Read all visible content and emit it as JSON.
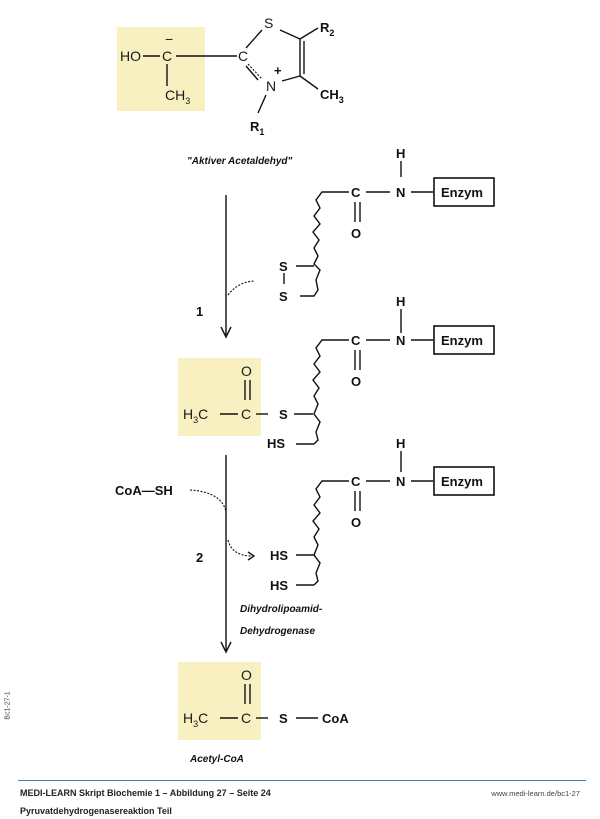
{
  "colors": {
    "highlight": "#f8f0c0",
    "rule": "#4a79b5",
    "ink": "#111111"
  },
  "structures": {
    "top": {
      "ho": "HO",
      "c_carbanion": "C",
      "minus": "−",
      "ch": "CH",
      "ch_sub": "3",
      "ring_c": "C",
      "ring_s": "S",
      "ring_n": "N",
      "plus": "+",
      "r2": "R",
      "r2_sub": "2",
      "r1": "R",
      "r1_sub": "1",
      "methyl": "CH",
      "methyl_sub": "3",
      "label": "\"Aktiver Acetaldehyd\""
    },
    "lipoamide_ox": {
      "c": "C",
      "n": "N",
      "h": "H",
      "o": "O",
      "enzyme": "Enzym",
      "s1": "S",
      "s2": "S"
    },
    "acetyl_lipoamide": {
      "o": "O",
      "h3c": "H",
      "h3c_sub": "3",
      "h3c_c": "C",
      "c": "C",
      "s": "S",
      "hs": "HS",
      "chain_c": "C",
      "n": "N",
      "h": "H",
      "o2": "O",
      "enzyme": "Enzym"
    },
    "lipoamide_red": {
      "c": "C",
      "n": "N",
      "h": "H",
      "o": "O",
      "enzyme": "Enzym",
      "hs1": "HS",
      "hs2": "HS"
    },
    "acetyl_coa": {
      "o": "O",
      "h3c": "H",
      "h3c_sub": "3",
      "h3c_c": "C",
      "c": "C",
      "s": "S",
      "coa": "CoA",
      "label": "Acetyl-CoA"
    }
  },
  "steps": {
    "step1": "1",
    "step2": "2",
    "coa_sh": "CoA—SH",
    "enzyme_name_line1": "Dihydrolipoamid-",
    "enzyme_name_line2": "Dehydrogenase"
  },
  "footer": {
    "title": "MEDI-LEARN Skript Biochemie 1 – Abbildung 27 – Seite 24",
    "subtitle": "Pyruvatdehydrogenasereaktion Teil",
    "url": "www.medi-learn.de/bc1-27",
    "side_code": "Bc1-27-1"
  }
}
